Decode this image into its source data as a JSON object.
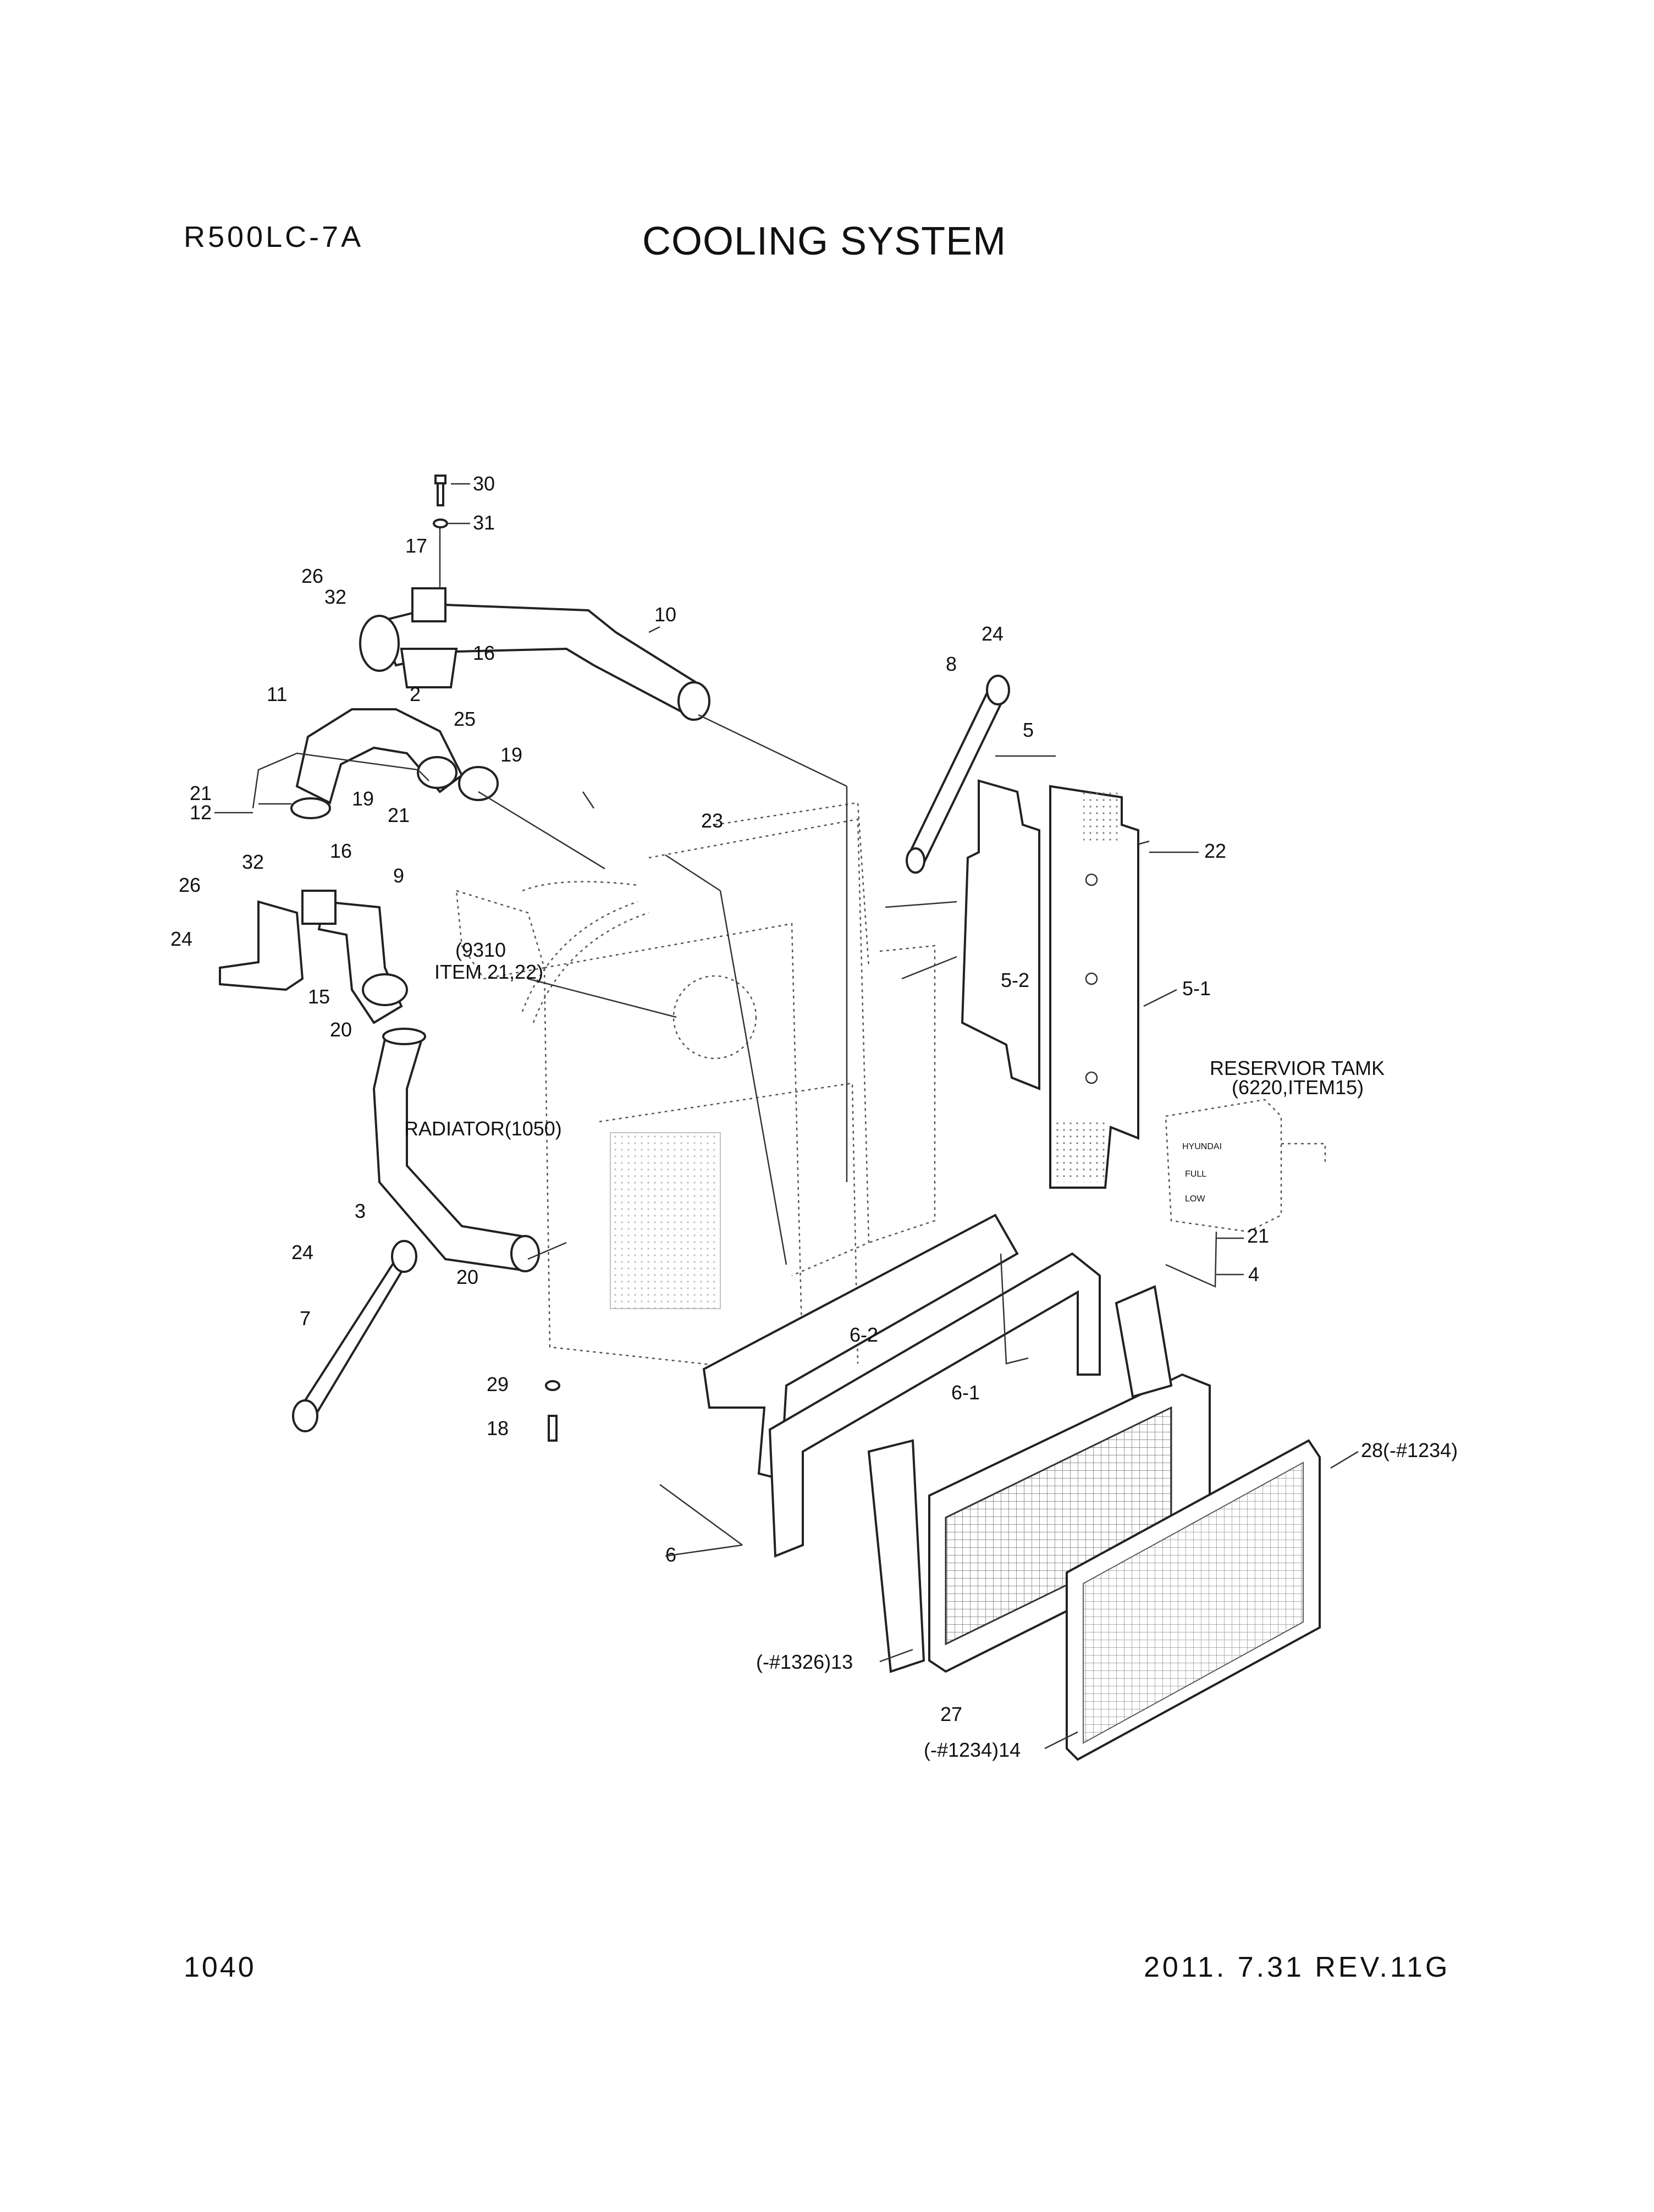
{
  "header": {
    "model": "R500LC-7A",
    "title": "COOLING SYSTEM"
  },
  "footer": {
    "page_number": "1040",
    "revision": "2011. 7.31  REV.11G"
  },
  "callouts": {
    "c30": "30",
    "c31": "31",
    "c17": "17",
    "c26a": "26",
    "c32a": "32",
    "c10": "10",
    "c16a": "16",
    "c11": "11",
    "c2": "2",
    "c25": "25",
    "c19a": "19",
    "c19b": "19",
    "c21a": "21",
    "c12": "12",
    "c21b": "21",
    "c16b": "16",
    "c32b": "32",
    "c9": "9",
    "c26b": "26",
    "c24a": "24",
    "c15": "15",
    "c23": "23",
    "c8": "8",
    "c24b": "24",
    "c5": "5",
    "c22": "22",
    "c52": "5-2",
    "c51": "5-1",
    "c20a": "20",
    "c3": "3",
    "c24c": "24",
    "c20b": "20",
    "c7": "7",
    "c29": "29",
    "c18": "18",
    "c62": "6-2",
    "c61": "6-1",
    "c6": "6",
    "c21c": "21",
    "c4": "4",
    "c28": "28(-#1234)",
    "c13": "(-#1326)13",
    "c27": "27",
    "c14": "(-#1234)14"
  },
  "references": {
    "intercooler_ref_line1": "(9310",
    "intercooler_ref_line2": "ITEM 21,22)",
    "radiator_ref": "RADIATOR(1050)",
    "reservoir_ref_line1": "RESERVIOR TAMK",
    "reservoir_ref_line2": "(6220,ITEM15)",
    "tank_brand": "HYUNDAI",
    "tank_full": "FULL",
    "tank_low": "LOW"
  }
}
